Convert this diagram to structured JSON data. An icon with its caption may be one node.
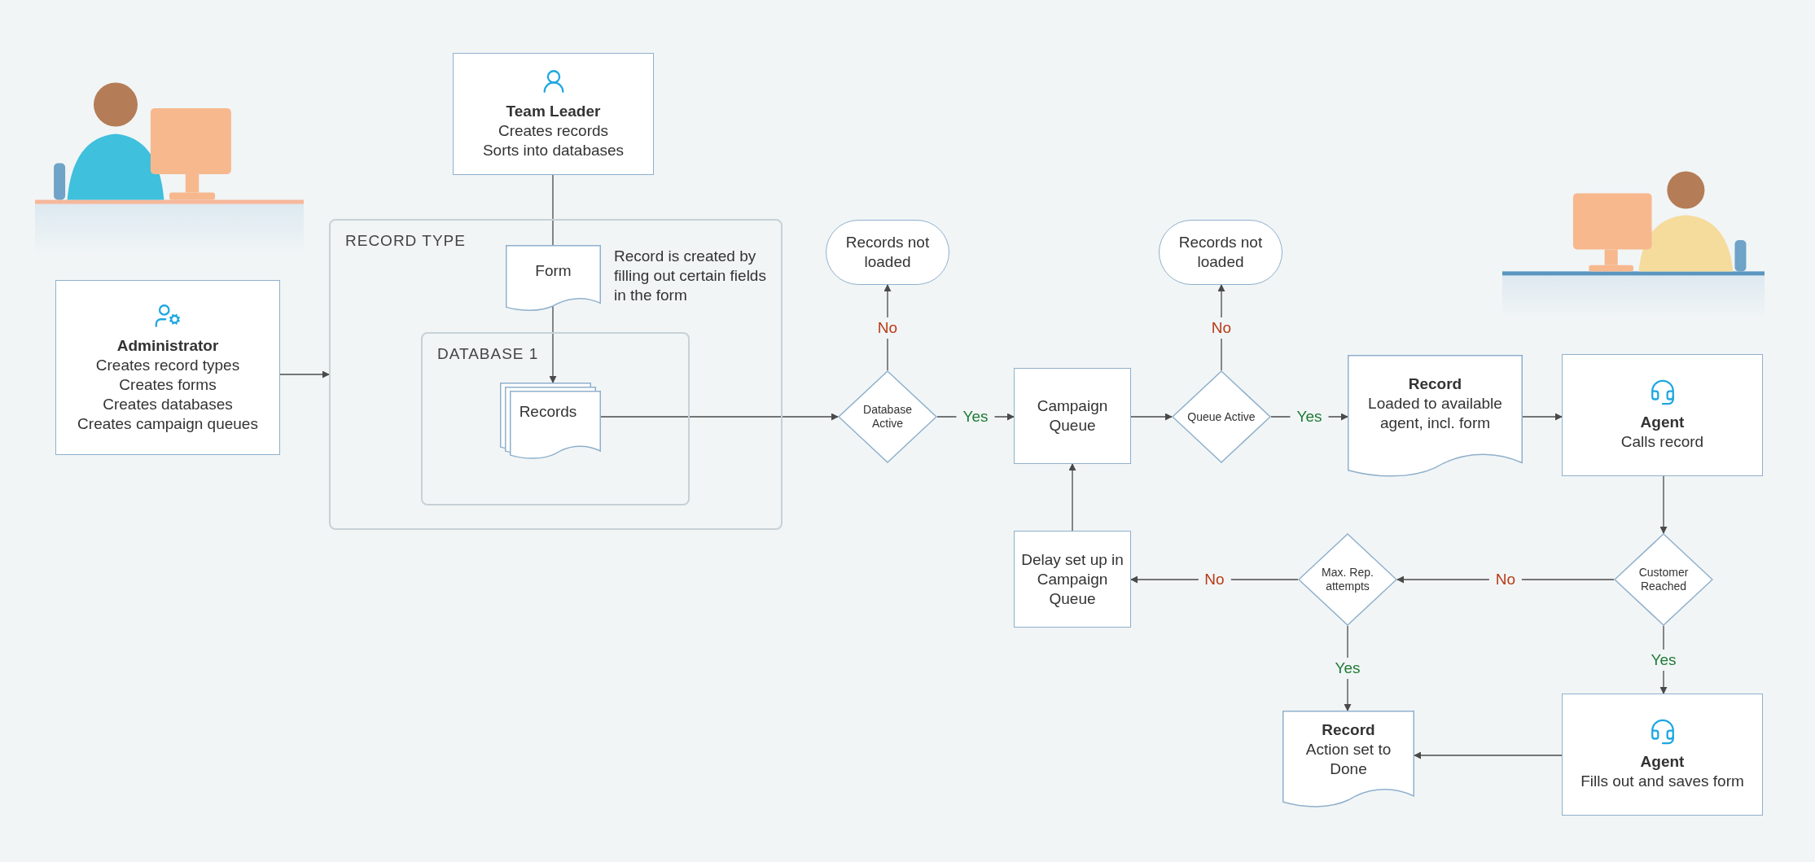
{
  "diagram": {
    "nodes": [
      {
        "text": [
          "Team Leader",
          "Creates records",
          "Sorts into databases"
        ]
      },
      {
        "text": [
          "Administrator",
          "Creates record types",
          "Creates forms",
          "Creates databases",
          "Creates campaign queues"
        ]
      },
      {
        "text": [
          "RECORD TYPE"
        ]
      },
      {
        "text": [
          "Form"
        ],
        "in": 2,
        "beside": [
          "Record is created by filling out certain fields in the form"
        ]
      },
      {
        "text": [
          "DATABASE 1"
        ],
        "in": 2
      },
      {
        "text": [
          "Records"
        ],
        "in": 4
      },
      {
        "text": [
          "Records not loaded"
        ]
      },
      {
        "text": [
          "Database Active"
        ]
      },
      {
        "text": [
          "Campaign Queue"
        ]
      },
      {
        "text": [
          "Records not loaded"
        ]
      },
      {
        "text": [
          "Queue Active"
        ]
      },
      {
        "text": [
          "Record",
          "Loaded to available agent, incl. form"
        ]
      },
      {
        "text": [
          "Agent",
          "Calls record"
        ]
      },
      {
        "text": [
          "Customer Reached"
        ]
      },
      {
        "text": [
          "Max. Rep. attempts"
        ]
      },
      {
        "text": [
          "Delay set up in Campaign Queue"
        ]
      },
      {
        "text": [
          "Record",
          "Action set to Done"
        ]
      },
      {
        "text": [
          "Agent",
          "Fills out and saves form"
        ]
      }
    ],
    "edges": [
      {
        "from": 0,
        "to": 3,
        "arrow": "none"
      },
      {
        "from": 3,
        "to": 5,
        "arrow": "to"
      },
      {
        "from": 1,
        "to": 2,
        "arrow": "to"
      },
      {
        "from": 5,
        "to": 7,
        "arrow": "to"
      },
      {
        "from": 7,
        "to": 6,
        "arrow": "to",
        "label": "No"
      },
      {
        "from": 7,
        "to": 8,
        "arrow": "to",
        "label": "Yes"
      },
      {
        "from": 8,
        "to": 10,
        "arrow": "to"
      },
      {
        "from": 10,
        "to": 9,
        "arrow": "to",
        "label": "No"
      },
      {
        "from": 10,
        "to": 11,
        "arrow": "to",
        "label": "Yes"
      },
      {
        "from": 11,
        "to": 12,
        "arrow": "to"
      },
      {
        "from": 12,
        "to": 13,
        "arrow": "to"
      },
      {
        "from": 13,
        "to": 14,
        "arrow": "to",
        "label": "No"
      },
      {
        "from": 14,
        "to": 15,
        "arrow": "to",
        "label": "No"
      },
      {
        "from": 15,
        "to": 8,
        "arrow": "to"
      },
      {
        "from": 14,
        "to": 16,
        "arrow": "to",
        "label": "Yes"
      },
      {
        "from": 13,
        "to": 17,
        "arrow": "to",
        "label": "Yes"
      },
      {
        "from": 17,
        "to": 16,
        "arrow": "to"
      }
    ]
  }
}
